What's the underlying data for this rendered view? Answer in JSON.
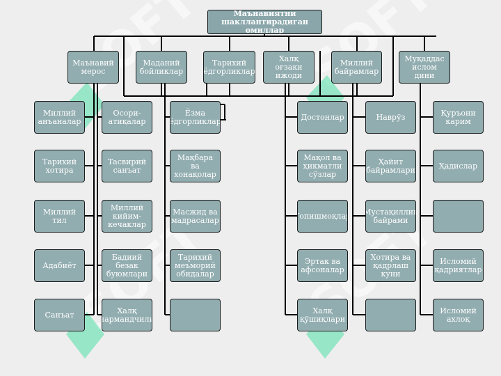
{
  "colors": {
    "box_fill": "#92adb0",
    "box_text": "#ffffff",
    "line": "#000000",
    "background": "#eeeeee",
    "watermark": "#4ee0a8"
  },
  "diagram": {
    "root": "Маънавиятни шакллантирадиган омиллар",
    "categories": [
      {
        "label": "Маънавий мерос",
        "children": [
          "Миллий анъаналар",
          "Тарихий хотира",
          "Миллий тил",
          "Адабиёт",
          "Санъат"
        ]
      },
      {
        "label": "Маданий бойликлар",
        "children": [
          "Осори-атиқалар",
          "Тасвирий санъат",
          "Миллий кийим-кечаклар",
          "Бадиий безак буюмлари",
          "Халқ ҳунармандчилиги"
        ]
      },
      {
        "label": "Тарихий ёдгорликлар",
        "children": [
          "Ёзма ёдгорликлар",
          "Мақбара ва хонақолар",
          "Масжид ва мадрасалар",
          "Тарихий меъморий обидалар",
          ""
        ]
      },
      {
        "label": "Халқ оғзаки ижоди",
        "children": [
          "Достонлар",
          "Мақол ва ҳикматли сўзлар",
          "Топишмоқлар",
          "Эртак ва афсоналар",
          "Халқ қўшиқлари"
        ]
      },
      {
        "label": "Миллий байрамлар",
        "children": [
          "Наврўз",
          "Ҳайит байрамлари",
          "Мустақиллик байрами",
          "Хотира ва қадрлаш куни",
          ""
        ]
      },
      {
        "label": "Муқаддас ислом дини",
        "children": [
          "Қуръони карим",
          "Ҳадислар",
          "",
          "Исломий қадриятлар",
          "Исломий ахлоқ"
        ]
      }
    ]
  }
}
